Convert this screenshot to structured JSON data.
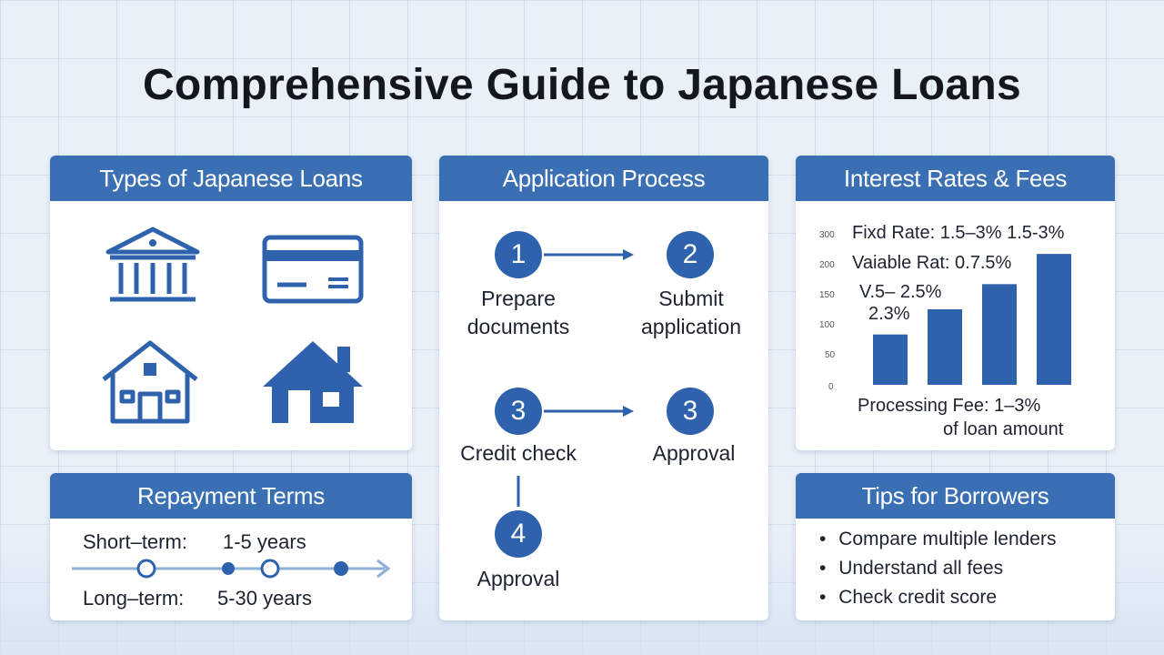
{
  "title": "Comprehensive Guide to Japanese Loans",
  "types_panel": {
    "heading": "Types of Japanese Loans",
    "icons": [
      "bank-icon",
      "credit-card-icon",
      "house-icon",
      "home-filled-icon"
    ]
  },
  "process_panel": {
    "heading": "Application Process",
    "steps": [
      {
        "number": "1",
        "line1": "Prepare",
        "line2": "documents"
      },
      {
        "number": "2",
        "line1": "Submit",
        "line2": "application"
      },
      {
        "number": "3",
        "line1": "Credit check",
        "line2": ""
      },
      {
        "number": "3",
        "line1": "Approval",
        "line2": ""
      },
      {
        "number": "4",
        "line1": "Approval",
        "line2": ""
      }
    ]
  },
  "rates_panel": {
    "heading": "Interest Rates & Fees",
    "line1": "Fixd Rate: 1.5–3% 1.5-3%",
    "line2": "Vaiable Rat: 0.7.5%",
    "line3": "V.5– 2.5%",
    "line4": "2.3%",
    "footer1": "Processing Fee: 1–3%",
    "footer2": "of loan amount",
    "ticks": [
      "300",
      "200",
      "150",
      "100",
      "50",
      "0"
    ]
  },
  "chart_data": {
    "type": "bar",
    "categories": [
      "",
      "",
      "",
      ""
    ],
    "values": [
      100,
      150,
      200,
      260
    ],
    "ylim": [
      0,
      300
    ],
    "title": "",
    "xlabel": "",
    "ylabel": ""
  },
  "repayment_panel": {
    "heading": "Repayment Terms",
    "short_label": "Short–term:",
    "short_value": "1-5 years",
    "long_label": "Long–term:",
    "long_value": "5-30 years"
  },
  "tips_panel": {
    "heading": "Tips for Borrowers",
    "bullet_symbol": "•",
    "items": [
      "Compare multiple lenders",
      "Understand all fees",
      "Check credit score"
    ]
  },
  "colors": {
    "accent": "#3a6fb4",
    "icon": "#2e62ad",
    "background": "#e9f0f8"
  }
}
